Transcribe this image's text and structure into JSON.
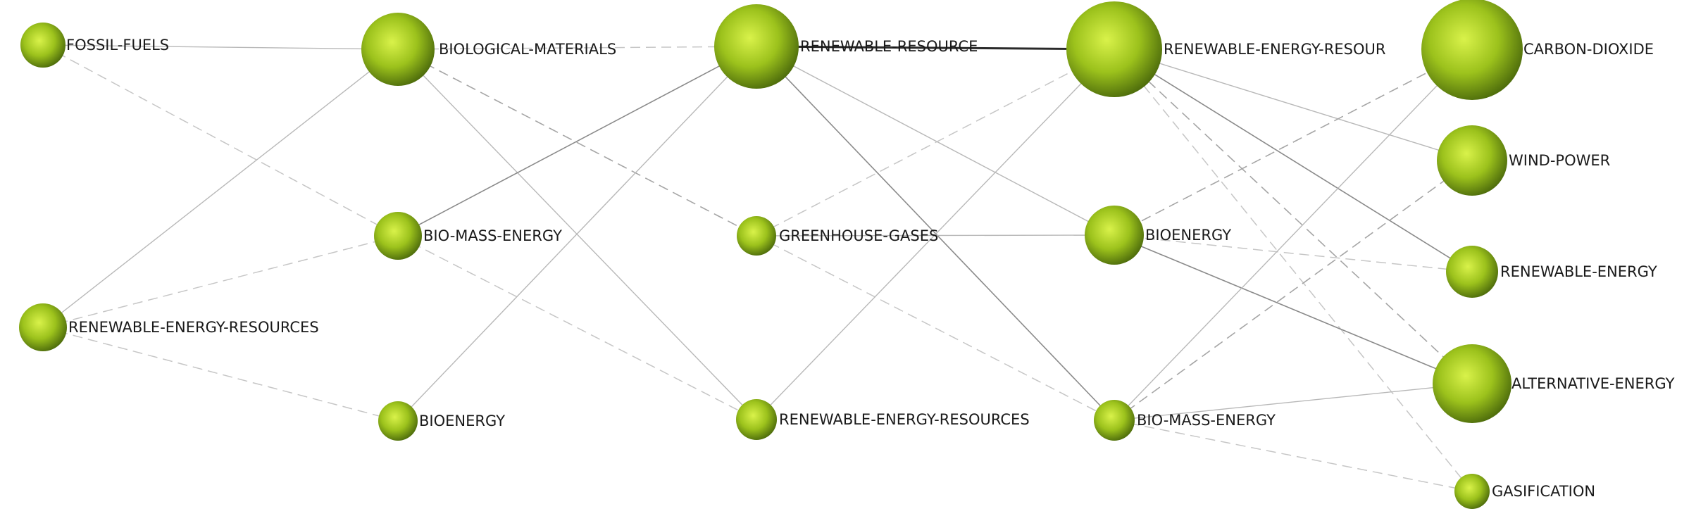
{
  "colors": {
    "node_highlight": "#d9f24a",
    "node_mid": "#9cc21c",
    "node_shadow": "#4f6e0c",
    "background": "#ffffff"
  },
  "columns": [
    {
      "nodes": [
        {
          "id": "c1-fossil",
          "label": "FOSSIL-FUELS"
        },
        {
          "id": "c1-rer",
          "label": "RENEWABLE-ENERGY-RESOURCES"
        }
      ]
    },
    {
      "nodes": [
        {
          "id": "c2-biomat",
          "label": "BIOLOGICAL-MATERIALS"
        },
        {
          "id": "c2-biomass",
          "label": "BIO-MASS-ENERGY"
        },
        {
          "id": "c2-bioenergy",
          "label": "BIOENERGY"
        }
      ]
    },
    {
      "nodes": [
        {
          "id": "c3-renres",
          "label": "RENEWABLE-RESOURCE"
        },
        {
          "id": "c3-ghg",
          "label": "GREENHOUSE-GASES"
        },
        {
          "id": "c3-rer",
          "label": "RENEWABLE-ENERGY-RESOURCES"
        }
      ]
    },
    {
      "nodes": [
        {
          "id": "c4-rer",
          "label": "RENEWABLE-ENERGY-RESOUR"
        },
        {
          "id": "c4-bioenergy",
          "label": "BIOENERGY"
        },
        {
          "id": "c4-biomass",
          "label": "BIO-MASS-ENERGY"
        }
      ]
    },
    {
      "nodes": [
        {
          "id": "c5-co2",
          "label": "CARBON-DIOXIDE"
        },
        {
          "id": "c5-wind",
          "label": "WIND-POWER"
        },
        {
          "id": "c5-renergy",
          "label": "RENEWABLE-ENERGY"
        },
        {
          "id": "c5-alt",
          "label": "ALTERNATIVE-ENERGY"
        },
        {
          "id": "c5-gasif",
          "label": "GASIFICATION"
        }
      ]
    }
  ],
  "edges": [
    {
      "from": "c1-fossil",
      "to": "c2-biomat",
      "style": "solid"
    },
    {
      "from": "c1-fossil",
      "to": "c2-biomass",
      "style": "dashed"
    },
    {
      "from": "c1-rer",
      "to": "c2-biomat",
      "style": "solid"
    },
    {
      "from": "c1-rer",
      "to": "c2-biomass",
      "style": "dashed"
    },
    {
      "from": "c1-rer",
      "to": "c2-bioenergy",
      "style": "dashed"
    },
    {
      "from": "c2-biomat",
      "to": "c3-renres",
      "style": "dashed"
    },
    {
      "from": "c2-biomat",
      "to": "c3-ghg",
      "style": "dashed-dark"
    },
    {
      "from": "c2-biomat",
      "to": "c3-rer",
      "style": "solid"
    },
    {
      "from": "c2-biomass",
      "to": "c3-renres",
      "style": "solid-dark"
    },
    {
      "from": "c2-biomass",
      "to": "c3-rer",
      "style": "dashed"
    },
    {
      "from": "c2-bioenergy",
      "to": "c3-renres",
      "style": "solid"
    },
    {
      "from": "c3-renres",
      "to": "c4-rer",
      "style": "thick"
    },
    {
      "from": "c3-renres",
      "to": "c4-bioenergy",
      "style": "solid"
    },
    {
      "from": "c3-renres",
      "to": "c4-biomass",
      "style": "solid-dark"
    },
    {
      "from": "c3-ghg",
      "to": "c4-rer",
      "style": "dashed"
    },
    {
      "from": "c3-ghg",
      "to": "c4-bioenergy",
      "style": "solid"
    },
    {
      "from": "c3-ghg",
      "to": "c4-biomass",
      "style": "dashed"
    },
    {
      "from": "c3-rer",
      "to": "c4-rer",
      "style": "solid"
    },
    {
      "from": "c4-rer",
      "to": "c5-wind",
      "style": "solid"
    },
    {
      "from": "c4-rer",
      "to": "c5-renergy",
      "style": "solid-dark"
    },
    {
      "from": "c4-rer",
      "to": "c5-alt",
      "style": "dashed-dark"
    },
    {
      "from": "c4-rer",
      "to": "c5-gasif",
      "style": "dashed"
    },
    {
      "from": "c4-bioenergy",
      "to": "c5-co2",
      "style": "dashed-dark"
    },
    {
      "from": "c4-bioenergy",
      "to": "c5-renergy",
      "style": "dashed"
    },
    {
      "from": "c4-bioenergy",
      "to": "c5-alt",
      "style": "solid-dark"
    },
    {
      "from": "c4-biomass",
      "to": "c5-co2",
      "style": "solid"
    },
    {
      "from": "c4-biomass",
      "to": "c5-wind",
      "style": "dashed-dark"
    },
    {
      "from": "c4-biomass",
      "to": "c5-alt",
      "style": "solid"
    },
    {
      "from": "c4-biomass",
      "to": "c5-gasif",
      "style": "dashed"
    }
  ]
}
